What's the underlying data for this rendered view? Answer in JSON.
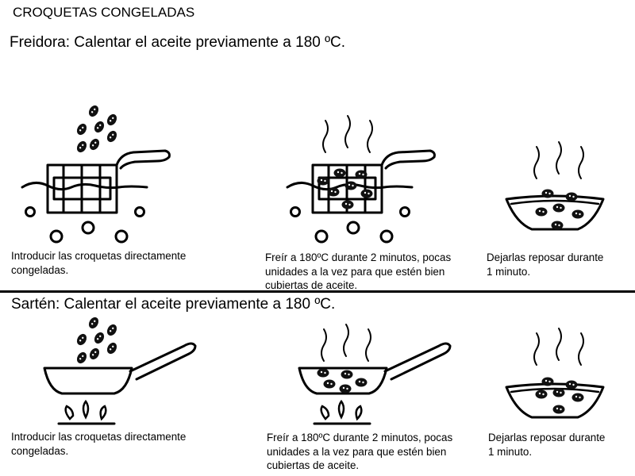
{
  "title": "CROQUETAS CONGELADAS",
  "freidora": {
    "heading": "Freidora: Calentar el aceite previamente a 180 ºC.",
    "steps": [
      "Introducir las croquetas directamente\ncongeladas.",
      "Freír a 180ºC durante 2 minutos, pocas\nunidades a la vez para que estén bien\ncubiertas de aceite.",
      "Dejarlas reposar durante\n1 minuto."
    ]
  },
  "sarten": {
    "heading": "Sartén: Calentar el aceite previamente a 180 ºC.",
    "steps": [
      "Introducir las croquetas directamente\ncongeladas.",
      "Freír a 180ºC durante 2 minutos, pocas\nunidades a la vez para que estén bien\ncubiertas de aceite.",
      "Dejarlas reposar durante\n1 minuto."
    ]
  },
  "icons": [
    "deep-fryer-icon",
    "frying-pan-icon",
    "serving-bowl-icon",
    "steam-icon",
    "croqueta-icon",
    "burner-flame-icon"
  ]
}
